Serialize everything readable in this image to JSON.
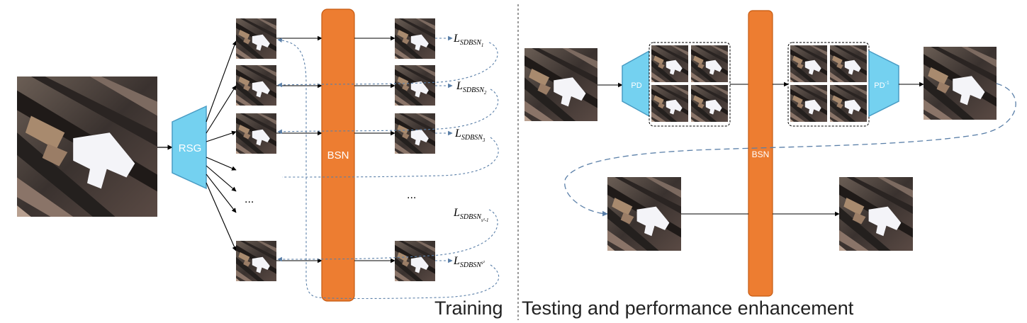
{
  "blocks": {
    "rsg_label": "RSG",
    "bsn_label": "BSN",
    "pd_label": "PD",
    "pd_inv_label": "PD",
    "pd_inv_superscript": "-1"
  },
  "training": {
    "caption": "Training",
    "ellipsis": "...",
    "losses": [
      {
        "L": "L",
        "sub": "SDBSN",
        "subsub": "1"
      },
      {
        "L": "L",
        "sub": "SDBSN",
        "subsub": "2"
      },
      {
        "L": "L",
        "sub": "SDBSN",
        "subsub": "3"
      },
      {
        "L": "L",
        "sub": "SDBSN",
        "subsub": "s²-1"
      },
      {
        "L": "L",
        "sub": "SDBSN",
        "subsub": "s²"
      }
    ]
  },
  "testing": {
    "caption": "Testing and performance enhancement"
  },
  "colors": {
    "bsn_fill": "#ED7D31",
    "bsn_stroke": "#C55A11",
    "light_blue_fill": "#74D1F0",
    "light_blue_stroke": "#4A9CC4",
    "dashed_arrow": "#5A7FA8",
    "divider": "#555555"
  }
}
